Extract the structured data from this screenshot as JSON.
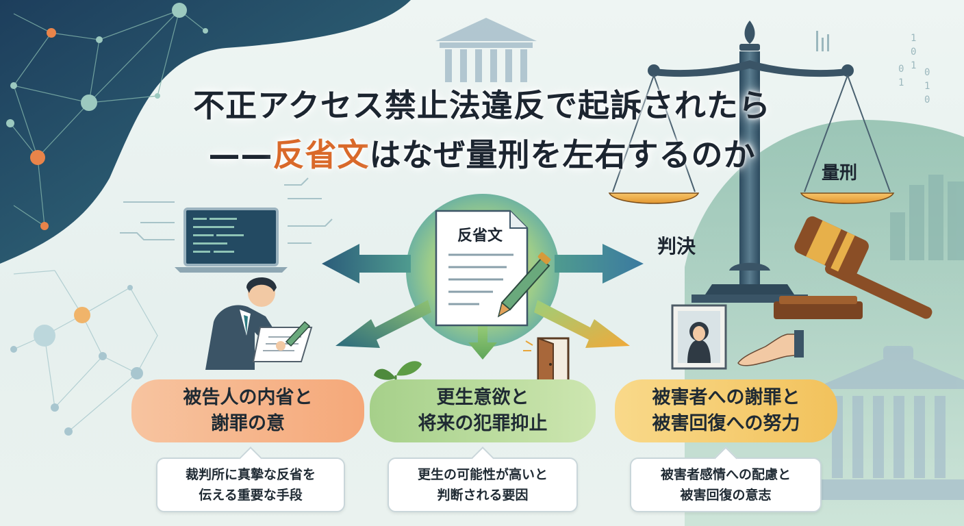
{
  "title": {
    "line1": "不正アクセス禁止法違反で起訴されたら",
    "line2_prefix": "——",
    "line2_highlight": "反省文",
    "line2_suffix": "はなぜ量刑を左右するのか"
  },
  "document_label": "反省文",
  "scale_label": "量刑",
  "verdict_label": "判決",
  "icons": [
    "network-graph-icon",
    "laptop-icon",
    "person-writing-icon",
    "document-pen-icon",
    "sprout-icon",
    "open-door-icon",
    "portrait-icon",
    "handshake-icon",
    "scales-icon",
    "gavel-icon",
    "courthouse-icon",
    "binary-code-icon",
    "bar-chart-icon"
  ],
  "colors": {
    "accent_orange": "#d9692a",
    "pill_orange": "#f4b184",
    "pill_green": "#b9db97",
    "pill_yellow": "#f6d57c",
    "navy": "#1c3b57"
  },
  "pills": [
    {
      "line1": "被告人の内省と",
      "line2": "謝罪の意",
      "caption1": "裁判所に真摯な反省を",
      "caption2": "伝える重要な手段"
    },
    {
      "line1": "更生意欲と",
      "line2": "将来の犯罪抑止",
      "caption1": "更生の可能性が高いと",
      "caption2": "判断される要因"
    },
    {
      "line1": "被害者への謝罪と",
      "line2": "被害回復への努力",
      "caption1": "被害者感情への配慮と",
      "caption2": "被害回復の意志"
    }
  ]
}
